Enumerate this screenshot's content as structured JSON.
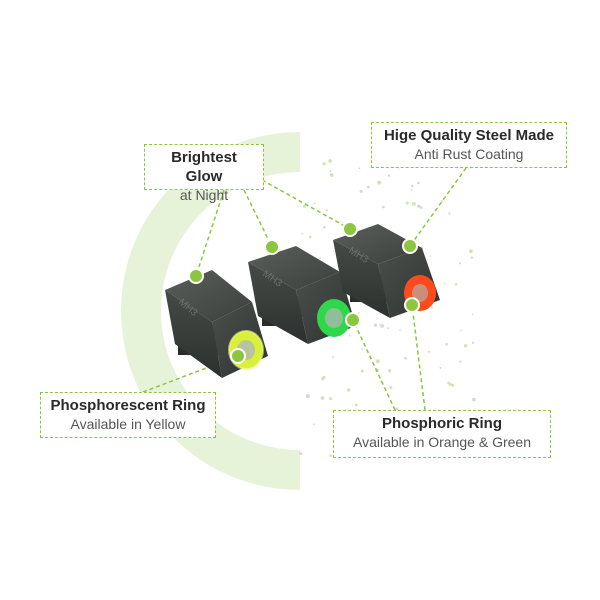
{
  "callouts": {
    "brightest_glow": {
      "title": "Brightest Glow",
      "subtitle": "at Night"
    },
    "steel": {
      "title": "Hige Quality Steel Made",
      "subtitle": "Anti Rust Coating"
    },
    "phosphorescent_ring": {
      "title": "Phosphorescent Ring",
      "subtitle": "Available in Yellow"
    },
    "phosphoric_ring": {
      "title": "Phosphoric Ring",
      "subtitle": "Available in Orange & Green"
    }
  },
  "sights": [
    {
      "color_name": "yellow",
      "ring_color": "#d9f03a",
      "engraving": "MH3"
    },
    {
      "color_name": "green",
      "ring_color": "#2ed84a",
      "engraving": "MH3"
    },
    {
      "color_name": "orange",
      "ring_color": "#ff4a1c",
      "engraving": "MH3"
    }
  ],
  "colors": {
    "accent": "#8cc63f",
    "arc": "#e6f3d8",
    "body": "#3f4442"
  }
}
